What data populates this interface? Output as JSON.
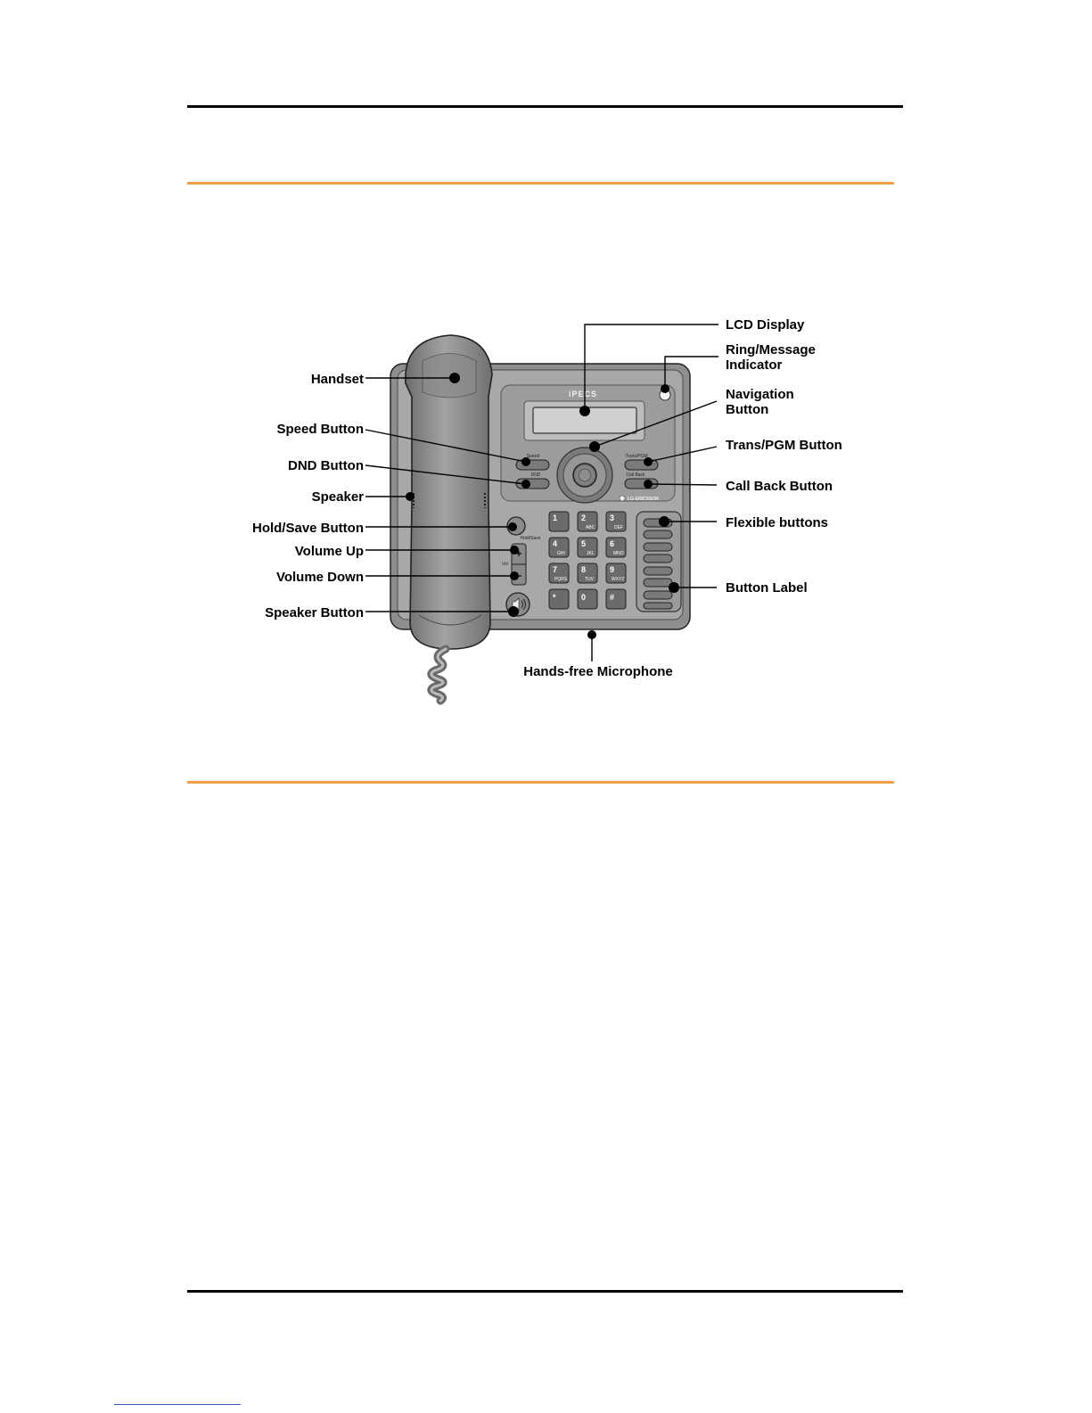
{
  "diagram": {
    "phone": {
      "brand": "iPECS",
      "maker": "LG-ERICSSON",
      "speed_key": "Speed",
      "dnd_key": "DND",
      "trans_key": "Trans/PGM",
      "callback_key": "Call Back",
      "hold_key": "Hold/Save",
      "vol_label": "Vol",
      "keys": [
        {
          "digit": "1",
          "sub": ""
        },
        {
          "digit": "2",
          "sub": "ABC"
        },
        {
          "digit": "3",
          "sub": "DEF"
        },
        {
          "digit": "4",
          "sub": "GHI"
        },
        {
          "digit": "5",
          "sub": "JKL"
        },
        {
          "digit": "6",
          "sub": "MNO"
        },
        {
          "digit": "7",
          "sub": "PQRS"
        },
        {
          "digit": "8",
          "sub": "TUV"
        },
        {
          "digit": "9",
          "sub": "WXYZ"
        },
        {
          "digit": "*",
          "sub": ""
        },
        {
          "digit": "0",
          "sub": ""
        },
        {
          "digit": "#",
          "sub": ""
        }
      ]
    },
    "callouts": {
      "lcd_display": "LCD Display",
      "ring_message_1": "Ring/Message",
      "ring_message_2": "Indicator",
      "navigation_1": "Navigation",
      "navigation_2": "Button",
      "trans_pgm": "Trans/PGM Button",
      "call_back": "Call Back Button",
      "flexible": "Flexible buttons",
      "button_label": "Button Label",
      "handset": "Handset",
      "speed": "Speed Button",
      "dnd": "DND Button",
      "speaker": "Speaker",
      "hold_save": "Hold/Save Button",
      "volume_up": "Volume Up",
      "volume_down": "Volume Down",
      "speaker_button": "Speaker Button",
      "microphone": "Hands-free Microphone"
    }
  }
}
